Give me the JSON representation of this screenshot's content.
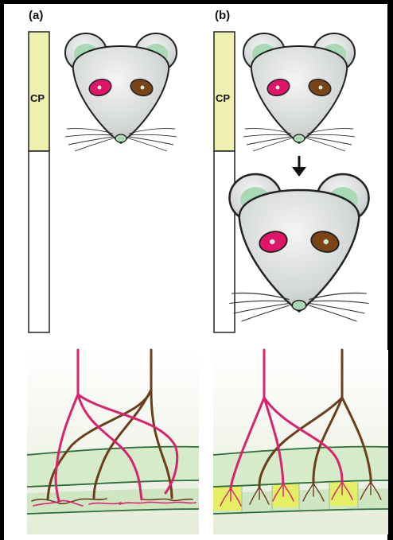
{
  "panels": [
    {
      "label": "(a)",
      "bar_label": "CP"
    },
    {
      "label": "(b)",
      "bar_label": "CP"
    }
  ],
  "colors": {
    "background": "#ffffff",
    "frame": "#000000",
    "cp_bar": "#eef0b0",
    "head": "#d9dcdc",
    "ear_inner": "#a8d8b4",
    "eye_red": "#e0156a",
    "eye_brown": "#7a4318",
    "axon_magenta": "#d8236e",
    "axon_brown": "#6b3f1c",
    "tissue": "#eef3e4",
    "layer_band": "#d6ebc9",
    "layer_line": "#2f6e3c",
    "zone_highlight": "#e6ef5a"
  },
  "icons": [
    "rat-head-icon",
    "down-arrow-icon"
  ]
}
